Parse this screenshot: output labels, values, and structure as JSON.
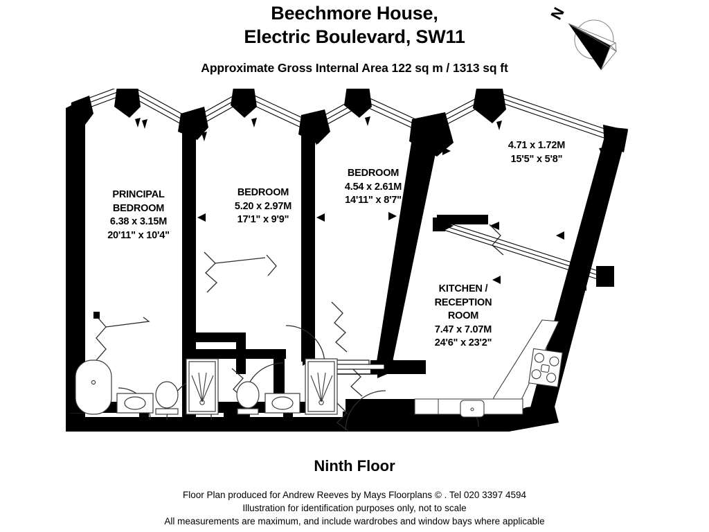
{
  "header": {
    "title_line_1": "Beechmore House,",
    "title_line_2": "Electric Boulevard, SW11",
    "area_line": "Approximate Gross Internal Area 122 sq m /  1313 sq ft"
  },
  "compass": {
    "north_label": "N",
    "icon": "compass-north-icon"
  },
  "plan": {
    "floor_label": "Ninth Floor",
    "rooms": [
      {
        "id": "principal-bedroom",
        "name": "PRINCIPAL\nBEDROOM",
        "metric": "6.38 x 3.15M",
        "imperial": "20'11\" x 10'4\"",
        "text": "PRINCIPAL\nBEDROOM\n6.38 x 3.15M\n20'11\" x 10'4\""
      },
      {
        "id": "bedroom-2",
        "name": "BEDROOM",
        "metric": "5.20 x 2.97M",
        "imperial": "17'1\" x 9'9\"",
        "text": "BEDROOM\n5.20 x 2.97M\n17'1\" x 9'9\""
      },
      {
        "id": "bedroom-3",
        "name": "BEDROOM",
        "metric": "4.54 x 2.61M",
        "imperial": "14'11\" x 8'7\"",
        "text": "BEDROOM\n4.54 x 2.61M\n14'11\" x 8'7\""
      },
      {
        "id": "terrace",
        "name": "",
        "metric": "4.71 x 1.72M",
        "imperial": "15'5\" x 5'8\"",
        "text": "4.71 x 1.72M\n15'5\" x 5'8\""
      },
      {
        "id": "kitchen-reception-room",
        "name": "KITCHEN /\nRECEPTION\nROOM",
        "metric": "7.47 x 7.07M",
        "imperial": "24'6\" x 23'2\"",
        "text": "KITCHEN /\nRECEPTION\nROOM\n7.47 x 7.07M\n24'6\" x 23'2\""
      }
    ],
    "fixtures": [
      "bath-tub",
      "wash-basin",
      "toilet",
      "shower-tray",
      "kitchen-hob",
      "kitchen-sink",
      "kitchen-counter"
    ],
    "colors": {
      "wall": "#000000",
      "line": "#1a1a1a",
      "background": "#ffffff"
    }
  },
  "footer": {
    "line_1": "Floor Plan produced for Andrew Reeves by Mays Floorplans  © . Tel 020 3397 4594",
    "line_2": "Illustration for identification purposes only, not to scale",
    "line_3": "All measurements are maximum, and include wardrobes and window bays where applicable"
  }
}
